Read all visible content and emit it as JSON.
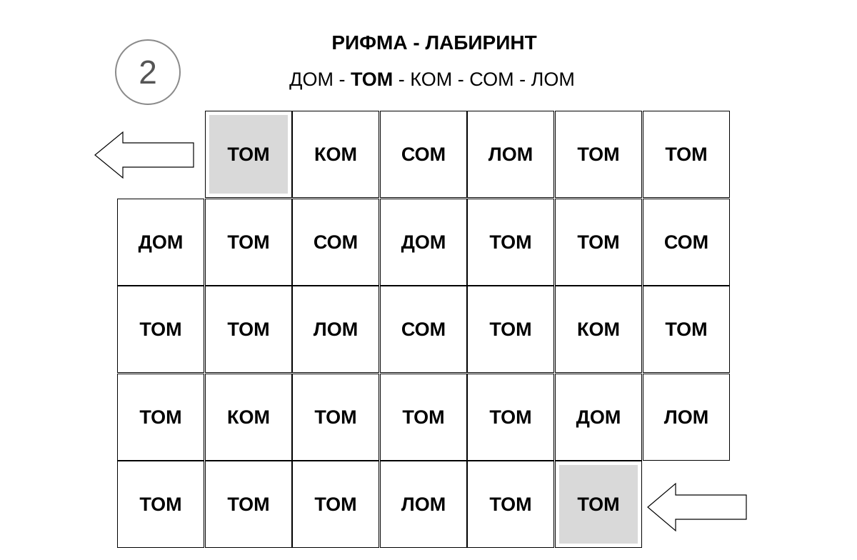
{
  "exercise_number": "2",
  "title": "РИФМА - ЛАБИРИНТ",
  "subtitle": {
    "words": [
      "ДОМ",
      "ТОМ",
      "КОМ",
      "СОМ",
      "ЛОМ"
    ],
    "highlighted_index": 1,
    "separator": " - "
  },
  "maze": {
    "rows": [
      [
        "",
        "ТОМ",
        "КОМ",
        "СОМ",
        "ЛОМ",
        "ТОМ",
        "ТОМ"
      ],
      [
        "ДОМ",
        "ТОМ",
        "СОМ",
        "ДОМ",
        "ТОМ",
        "ТОМ",
        "СОМ"
      ],
      [
        "ТОМ",
        "ТОМ",
        "ЛОМ",
        "СОМ",
        "ТОМ",
        "КОМ",
        "ТОМ"
      ],
      [
        "ТОМ",
        "КОМ",
        "ТОМ",
        "ТОМ",
        "ТОМ",
        "ДОМ",
        "ЛОМ"
      ],
      [
        "ТОМ",
        "ТОМ",
        "ТОМ",
        "ЛОМ",
        "ТОМ",
        "ТОМ",
        ""
      ]
    ],
    "start": {
      "row": 4,
      "col": 5
    },
    "exit": {
      "row": 0,
      "col": 1
    },
    "shaded_color": "#d9d9d9"
  },
  "icons": {
    "entry": "arrow-left-icon",
    "exit": "arrow-left-icon"
  }
}
